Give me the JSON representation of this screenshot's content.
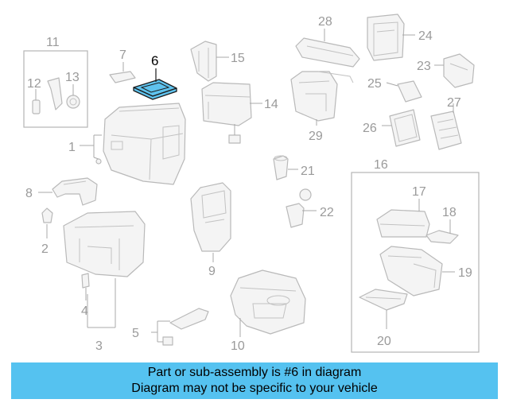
{
  "diagram": {
    "highlight_color": "#5fc3ee",
    "callouts": [
      {
        "id": "c1",
        "text": "1"
      },
      {
        "id": "c2",
        "text": "2"
      },
      {
        "id": "c3",
        "text": "3"
      },
      {
        "id": "c4",
        "text": "4"
      },
      {
        "id": "c5",
        "text": "5"
      },
      {
        "id": "c6",
        "text": "6"
      },
      {
        "id": "c7",
        "text": "7"
      },
      {
        "id": "c8",
        "text": "8"
      },
      {
        "id": "c9",
        "text": "9"
      },
      {
        "id": "c10",
        "text": "10"
      },
      {
        "id": "c11",
        "text": "11"
      },
      {
        "id": "c12",
        "text": "12"
      },
      {
        "id": "c13",
        "text": "13"
      },
      {
        "id": "c14",
        "text": "14"
      },
      {
        "id": "c15",
        "text": "15"
      },
      {
        "id": "c16",
        "text": "16"
      },
      {
        "id": "c17",
        "text": "17"
      },
      {
        "id": "c18",
        "text": "18"
      },
      {
        "id": "c19",
        "text": "19"
      },
      {
        "id": "c20",
        "text": "20"
      },
      {
        "id": "c21",
        "text": "21"
      },
      {
        "id": "c22",
        "text": "22"
      },
      {
        "id": "c23",
        "text": "23"
      },
      {
        "id": "c24",
        "text": "24"
      },
      {
        "id": "c25",
        "text": "25"
      },
      {
        "id": "c26",
        "text": "26"
      },
      {
        "id": "c27",
        "text": "27"
      },
      {
        "id": "c28",
        "text": "28"
      },
      {
        "id": "c29",
        "text": "29"
      }
    ]
  },
  "banner": {
    "line1": "Part or sub-assembly is #6 in diagram",
    "line2": "Diagram may not be specific to your vehicle",
    "background": "#55c2f0"
  }
}
